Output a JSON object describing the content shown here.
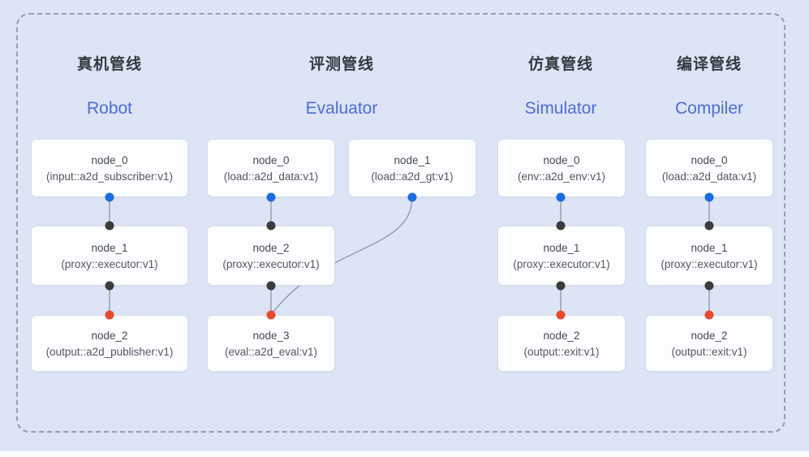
{
  "colors": {
    "background": "#dde4f6",
    "panel_border": "#989ea9",
    "box_background": "#fcfdfe",
    "box_border": "#d9dde6",
    "title_cn_color": "#34383f",
    "title_en_color": "#4c6ed3",
    "node_text_color": "#46494f",
    "connector": "#8e96a2",
    "port_output_blue": "#1b6ce0",
    "port_input_dark": "#3c3c3c",
    "port_terminal_red": "#e74a2f"
  },
  "pipelines": [
    {
      "title_cn": "真机管线",
      "title_en": "Robot",
      "nodes": [
        {
          "name": "node_0",
          "type": "(input::a2d_subscriber:v1)"
        },
        {
          "name": "node_1",
          "type": "(proxy::executor:v1)"
        },
        {
          "name": "node_2",
          "type": "(output::a2d_publisher:v1)"
        }
      ]
    },
    {
      "title_cn": "评测管线",
      "title_en": "Evaluator",
      "nodes": [
        {
          "name": "node_0",
          "type": "(load::a2d_data:v1)"
        },
        {
          "name": "node_1",
          "type": "(load::a2d_gt:v1)"
        },
        {
          "name": "node_2",
          "type": "(proxy::executor:v1)"
        },
        {
          "name": "node_3",
          "type": "(eval::a2d_eval:v1)"
        }
      ]
    },
    {
      "title_cn": "仿真管线",
      "title_en": "Simulator",
      "nodes": [
        {
          "name": "node_0",
          "type": "(env::a2d_env:v1)"
        },
        {
          "name": "node_1",
          "type": "(proxy::executor:v1)"
        },
        {
          "name": "node_2",
          "type": "(output::exit:v1)"
        }
      ]
    },
    {
      "title_cn": "编译管线",
      "title_en": "Compiler",
      "nodes": [
        {
          "name": "node_0",
          "type": "(load::a2d_data:v1)"
        },
        {
          "name": "node_1",
          "type": "(proxy::executor:v1)"
        },
        {
          "name": "node_2",
          "type": "(output::exit:v1)"
        }
      ]
    }
  ]
}
